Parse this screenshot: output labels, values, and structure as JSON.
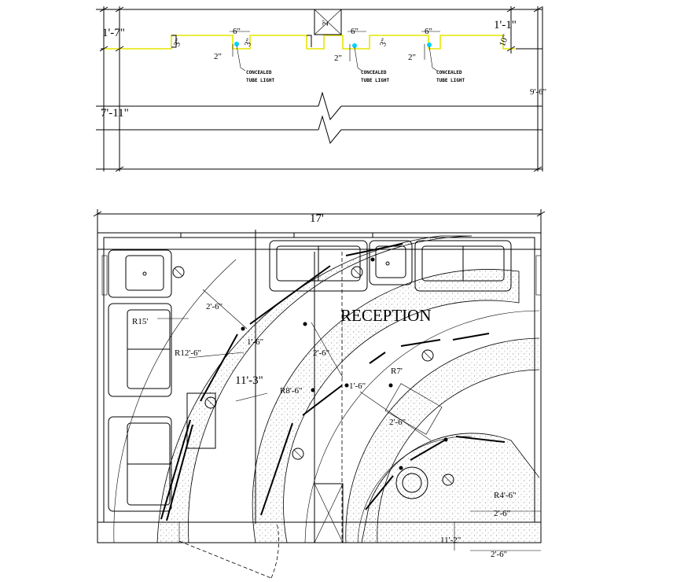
{
  "section": {
    "dims": {
      "left_top": "1'-7\"",
      "right_top": "1'-1\"",
      "total_height": "7'-11\"",
      "right_total": "9'-6\"",
      "small_top": "2'",
      "six_a": "6\"",
      "six_b": "6\"",
      "six_c": "6\"",
      "two_a": "2\"",
      "two_b": "2\"",
      "two_c": "2\"",
      "three_a": "3\"",
      "three_b": "3\"",
      "three_c": "3\"",
      "ten_right": "10\""
    },
    "notes": [
      {
        "line1": "CONCEALED",
        "line2": "TUBE LIGHT"
      },
      {
        "line1": "CONCEALED",
        "line2": "TUBE LIGHT"
      },
      {
        "line1": "CONCEALED",
        "line2": "TUBE LIGHT"
      }
    ]
  },
  "plan": {
    "overall_width": "17'",
    "room_label": "RECEPTION",
    "dims": {
      "gap_1": "2'-6\"",
      "gap_2": "2'-6\"",
      "gap_3": "2'-6\"",
      "band_1": "1'-6\"",
      "band_2": "1'-6\"",
      "depth": "11'-3\"",
      "bottom_a": "2'-6\"",
      "bottom_b": "2'-6\"",
      "bottom_c": "11'-2\""
    },
    "radii": {
      "r15": "R15'",
      "r12": "R12'-6\"",
      "r8": "R8'-6\"",
      "r7": "R7'",
      "r4": "R4'-6\""
    }
  }
}
